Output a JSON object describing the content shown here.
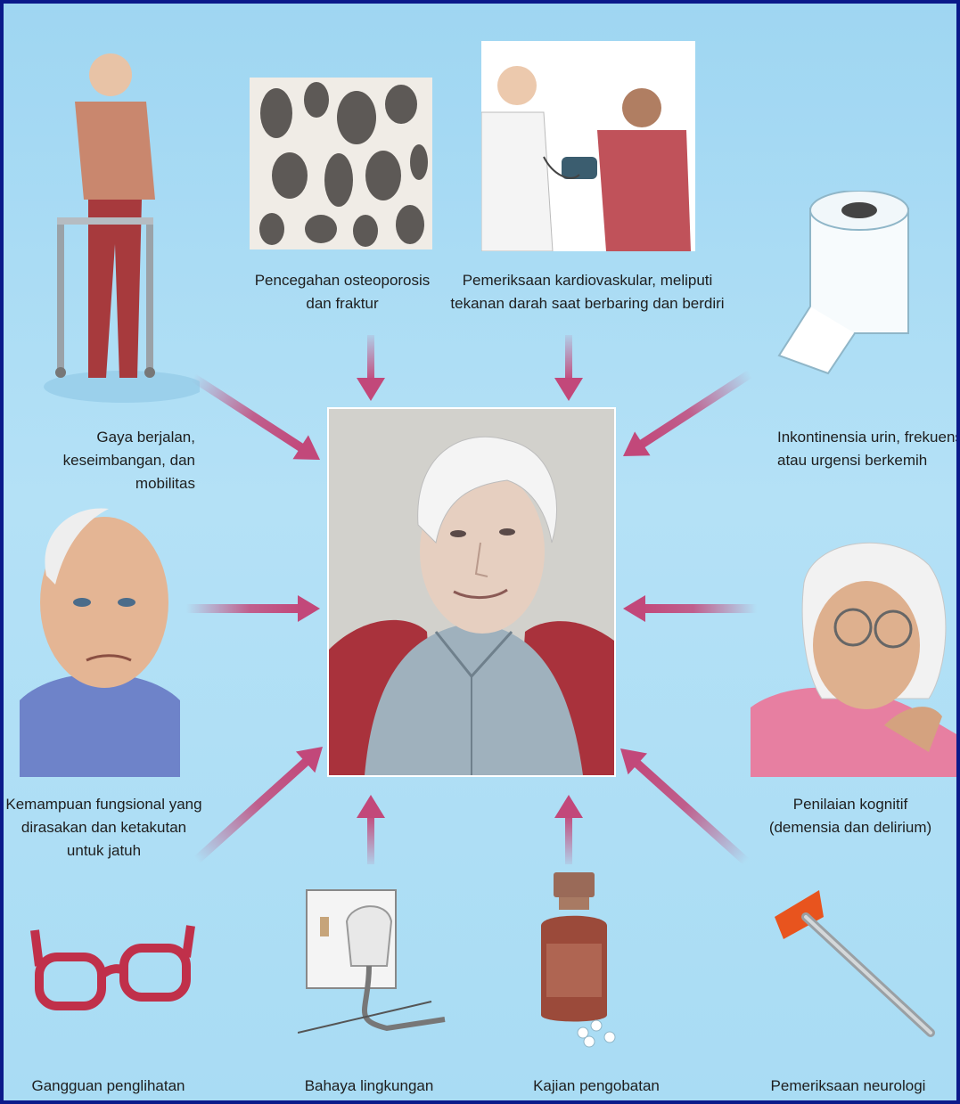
{
  "diagram": {
    "center": {
      "icon": "elderly-man-portrait"
    },
    "items": [
      {
        "key": "gait",
        "label": "Gaya berjalan,\nkeseimbangan, dan mobilitas",
        "icon": "man-with-walker"
      },
      {
        "key": "osteo",
        "label": "Pencegahan osteoporosis\ndan fraktur",
        "icon": "bone-texture"
      },
      {
        "key": "cardio",
        "label": "Pemeriksaan kardiovaskular, meliputi\ntekanan darah saat berbaring dan berdiri",
        "icon": "blood-pressure-exam"
      },
      {
        "key": "incont",
        "label": "Inkontinensia urin, frekuensi\natau urgensi berkemih",
        "icon": "toilet-paper-roll"
      },
      {
        "key": "functional",
        "label": "Kemampuan fungsional yang\ndirasakan dan ketakutan\nuntuk  jatuh",
        "icon": "worried-elderly-man"
      },
      {
        "key": "cognitive",
        "label": "Penilaian kognitif\n(demensia dan delirium)",
        "icon": "elderly-woman-glasses"
      },
      {
        "key": "vision",
        "label": "Gangguan penglihatan",
        "icon": "eyeglasses"
      },
      {
        "key": "environment",
        "label": "Bahaya lingkungan",
        "icon": "wall-socket-plug"
      },
      {
        "key": "medication",
        "label": "Kajian pengobatan",
        "icon": "medicine-bottle"
      },
      {
        "key": "neuro",
        "label": "Pemeriksaan neurologi",
        "icon": "reflex-hammer"
      }
    ]
  },
  "colors": {
    "background": "#a9dcf4",
    "border": "#0b1a8a",
    "arrow": "#c2487a"
  }
}
